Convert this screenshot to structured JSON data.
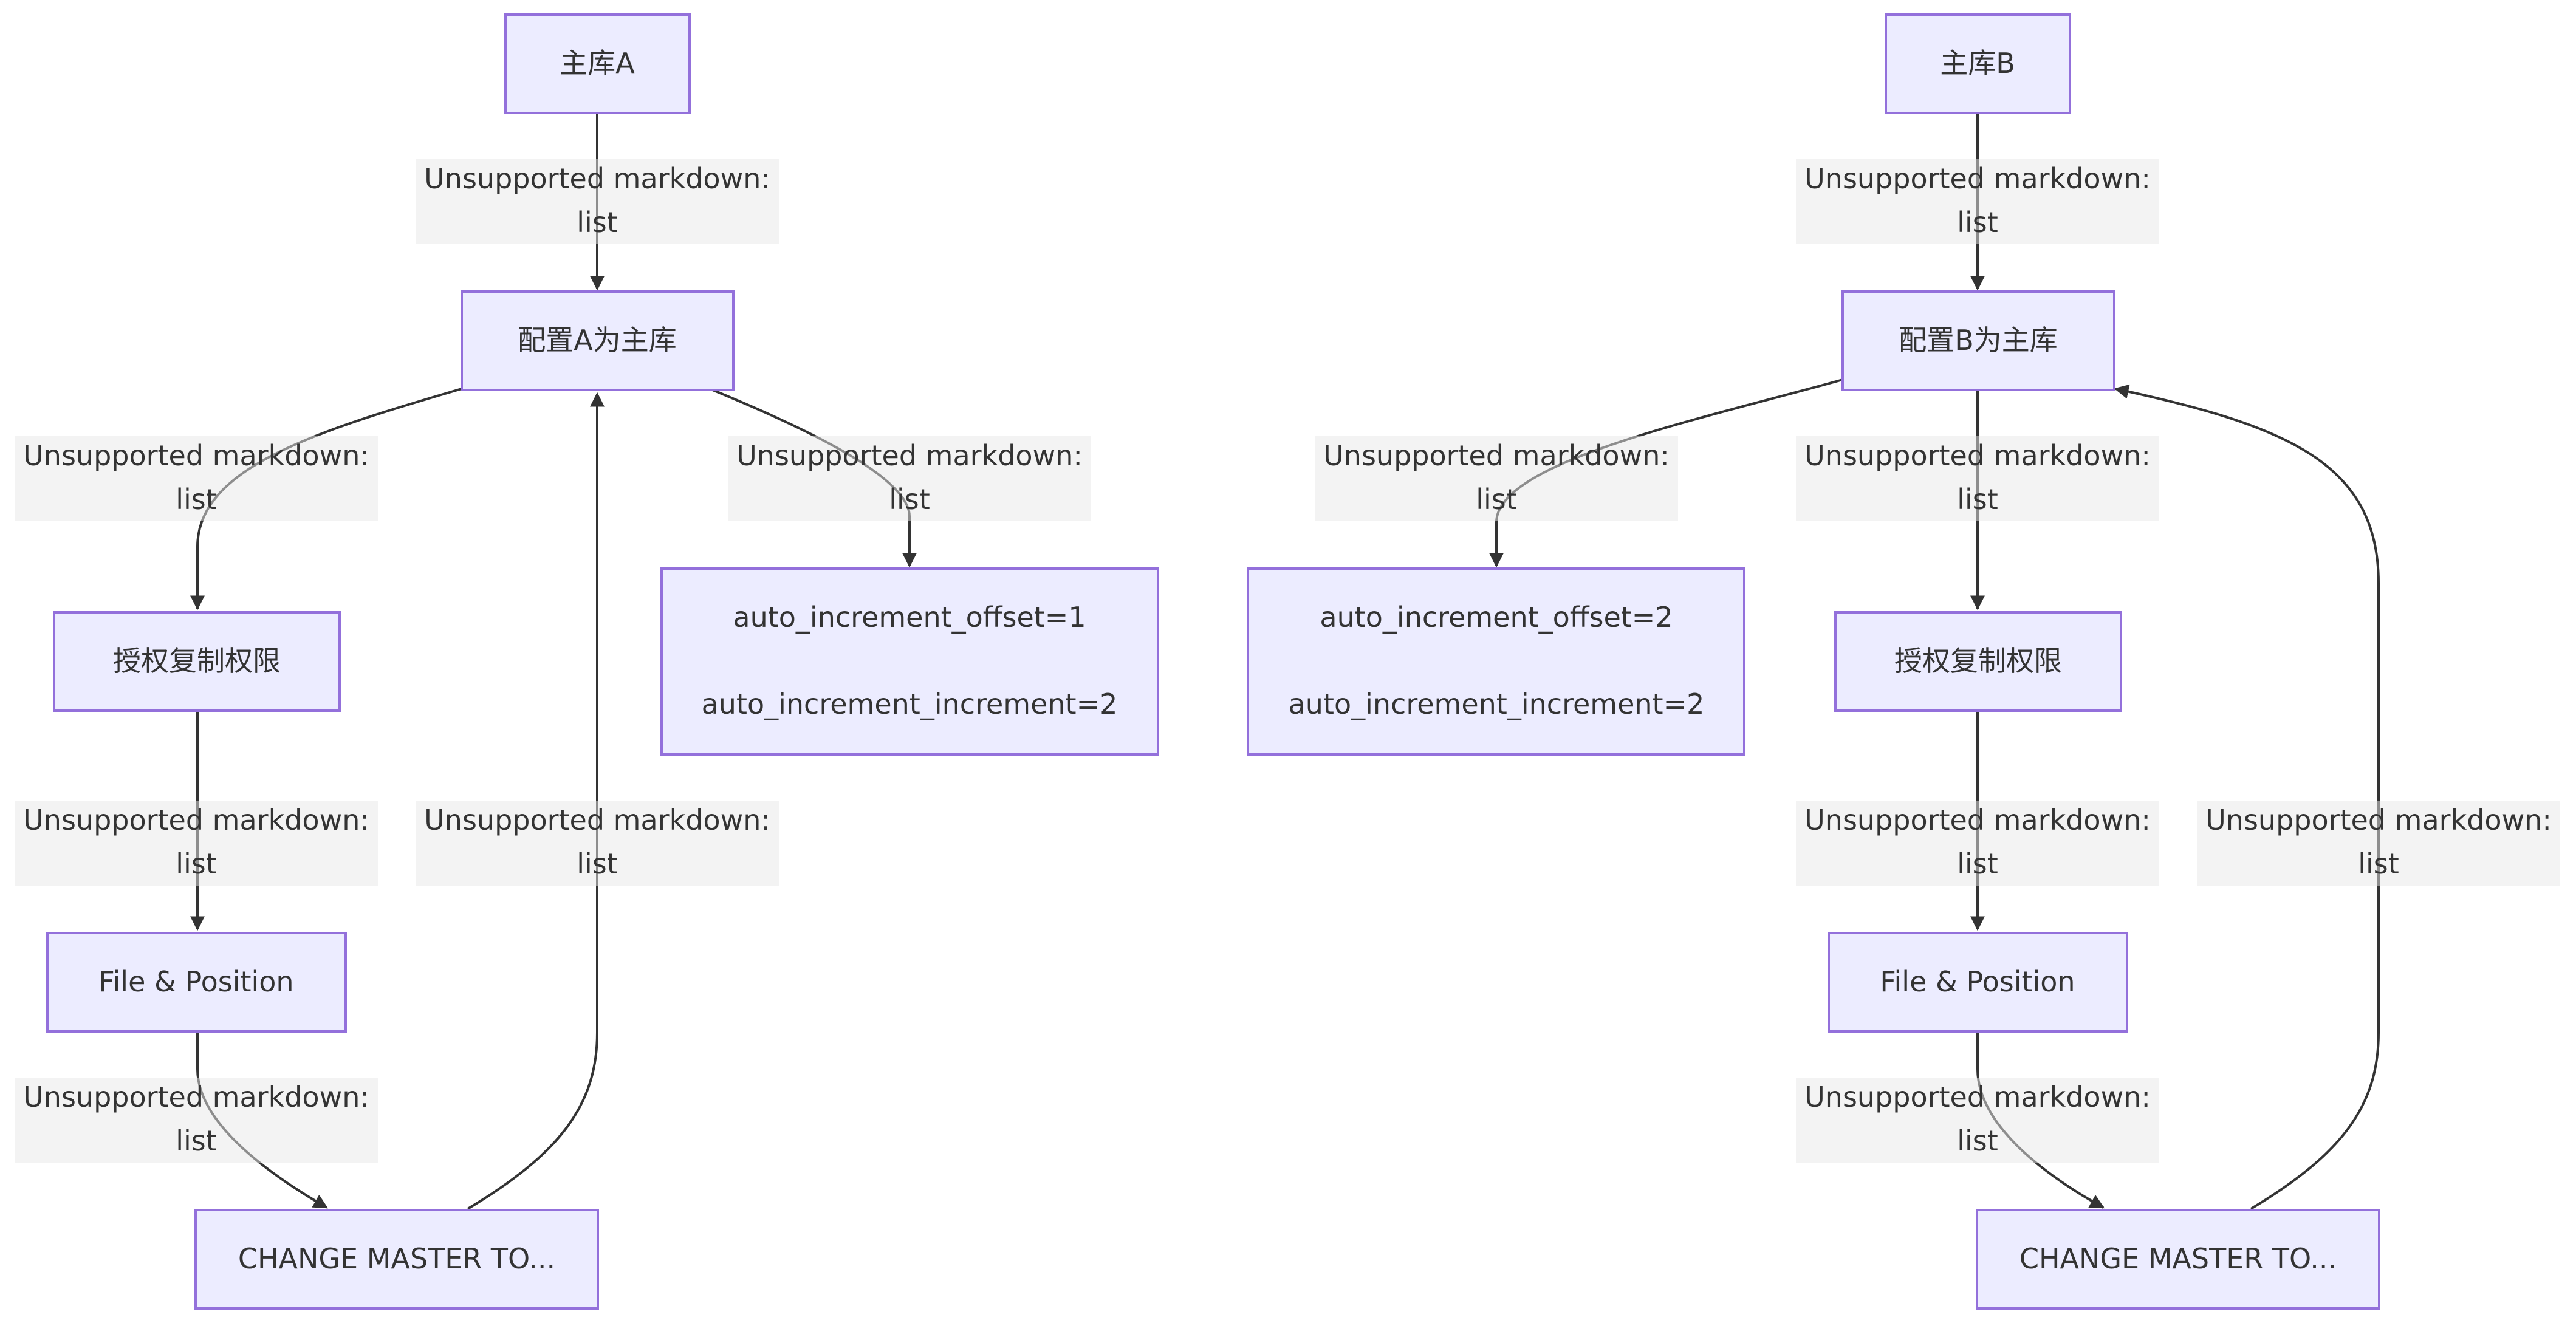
{
  "nodes": {
    "masterA": "主库A",
    "configA": "配置A为主库",
    "grantA": "授权复制权限",
    "fileA": "File & Position",
    "changeA": "CHANGE MASTER TO...",
    "autoA": [
      "auto_increment_offset=1",
      "auto_increment_increment=2"
    ],
    "masterB": "主库B",
    "configB": "配置B为主库",
    "grantB": "授权复制权限",
    "fileB": "File & Position",
    "changeB": "CHANGE MASTER TO...",
    "autoB": [
      "auto_increment_offset=2",
      "auto_increment_increment=2"
    ]
  },
  "edge_label": {
    "line1": "Unsupported markdown:",
    "line2": "list"
  },
  "colors": {
    "node_fill": "#ECECFF",
    "node_stroke": "#9370DB",
    "edge": "#333333",
    "label_bg": "#e8e8e8"
  }
}
